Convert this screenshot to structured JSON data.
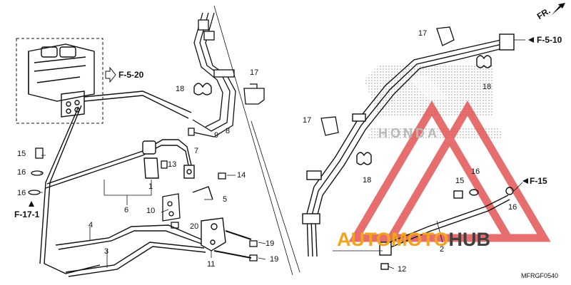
{
  "labels": {
    "l1": "1",
    "l2": "2",
    "l3": "3",
    "l4": "4",
    "l5": "5",
    "l6": "6",
    "l7": "7",
    "l8": "8",
    "l9": "9",
    "l10": "10",
    "l11": "11",
    "l12": "12",
    "l13": "13",
    "l14": "14",
    "l15a": "15",
    "l15b": "15",
    "l16a": "16",
    "l16b": "16",
    "l16c": "16",
    "l16d": "16",
    "l17a": "17",
    "l17b": "17",
    "l17c": "17",
    "l18a": "18",
    "l18b": "18",
    "l18c": "18",
    "l19a": "19",
    "l19b": "19",
    "l20": "20"
  },
  "references": {
    "f520": "F-5-20",
    "f171": "F-17-1",
    "f510": "F-5-10",
    "f15": "F-15",
    "fr": "FR."
  },
  "brand_emblem_text": "HONDA",
  "watermark": {
    "part1": "AUTOMOTO",
    "part2": "HUB",
    "color1": "#f2a41c",
    "color2": "#404040"
  },
  "diagram_code": "MFRGF0540"
}
